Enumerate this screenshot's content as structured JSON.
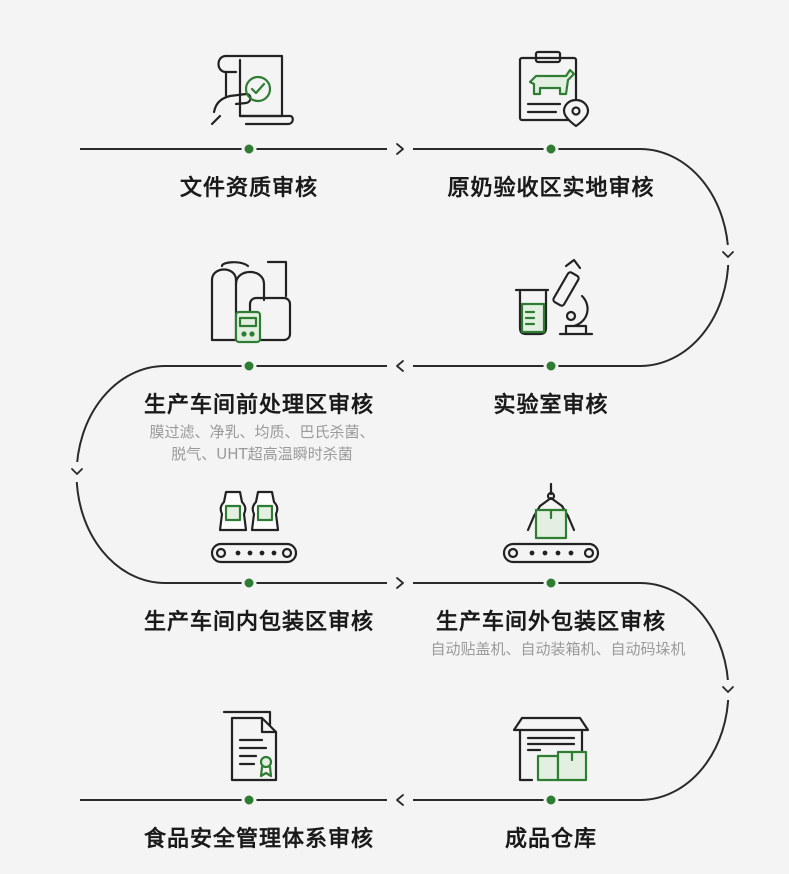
{
  "steps": [
    {
      "id": "doc-review",
      "icon": "document-check-icon",
      "title": "文件资质审核",
      "notes": []
    },
    {
      "id": "milk-reception",
      "icon": "clipboard-cow-icon",
      "title": "原奶验收区实地审核",
      "notes": []
    },
    {
      "id": "lab",
      "icon": "microscope-icon",
      "title": "实验室审核",
      "notes": []
    },
    {
      "id": "pretreatment",
      "icon": "tanks-icon",
      "title": "生产车间前处理区审核",
      "notes": [
        "膜过滤、净乳、均质、巴氏杀菌、",
        "脱气、UHT超高温瞬时杀菌"
      ]
    },
    {
      "id": "inner-packing",
      "icon": "bottles-conveyor-icon",
      "title": "生产车间内包装区审核",
      "notes": []
    },
    {
      "id": "outer-packing",
      "icon": "robot-box-conveyor-icon",
      "title": "生产车间外包装区审核",
      "notes": [
        "自动贴盖机、自动装箱机、自动码垛机"
      ]
    },
    {
      "id": "food-safety",
      "icon": "certificate-icon",
      "title": "食品安全管理体系审核",
      "notes": []
    },
    {
      "id": "warehouse",
      "icon": "warehouse-icon",
      "title": "成品仓库",
      "notes": []
    }
  ],
  "colors": {
    "line": "#2a2a2a",
    "accent": "#2f7d32",
    "accent_fill": "#e3f0e1",
    "text": "#1a1a1a",
    "note": "#9a9a9a",
    "background": "#f4f4f4"
  }
}
